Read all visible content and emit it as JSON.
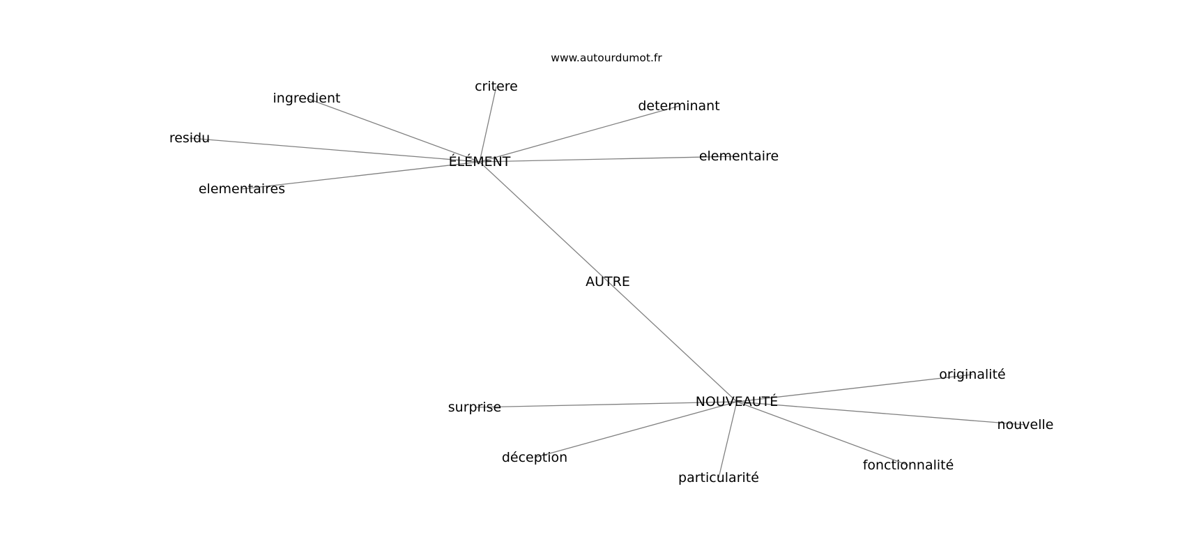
{
  "watermark": "www.autourdumot.fr",
  "colors": {
    "edge": "#808080",
    "text": "#000000",
    "background": "#ffffff"
  },
  "nodes": [
    {
      "id": "autre",
      "label": "AUTRE"
    },
    {
      "id": "element",
      "label": "ÉLÉMENT"
    },
    {
      "id": "nouveaute",
      "label": "NOUVEAUTÉ"
    },
    {
      "id": "critere",
      "label": "critere"
    },
    {
      "id": "ingredient",
      "label": "ingredient"
    },
    {
      "id": "determinant",
      "label": "determinant"
    },
    {
      "id": "residu",
      "label": "residu"
    },
    {
      "id": "elementaire",
      "label": "elementaire"
    },
    {
      "id": "elementaires",
      "label": "elementaires"
    },
    {
      "id": "originalite",
      "label": "originalité"
    },
    {
      "id": "surprise",
      "label": "surprise"
    },
    {
      "id": "nouvelle",
      "label": "nouvelle"
    },
    {
      "id": "deception",
      "label": "déception"
    },
    {
      "id": "fonctionnalite",
      "label": "fonctionnalité"
    },
    {
      "id": "particularite",
      "label": "particularité"
    }
  ],
  "edges": [
    [
      "element",
      "nouveaute"
    ],
    [
      "element",
      "critere"
    ],
    [
      "element",
      "ingredient"
    ],
    [
      "element",
      "determinant"
    ],
    [
      "element",
      "residu"
    ],
    [
      "element",
      "elementaire"
    ],
    [
      "element",
      "elementaires"
    ],
    [
      "nouveaute",
      "originalite"
    ],
    [
      "nouveaute",
      "surprise"
    ],
    [
      "nouveaute",
      "nouvelle"
    ],
    [
      "nouveaute",
      "deception"
    ],
    [
      "nouveaute",
      "fonctionnalite"
    ],
    [
      "nouveaute",
      "particularite"
    ]
  ]
}
